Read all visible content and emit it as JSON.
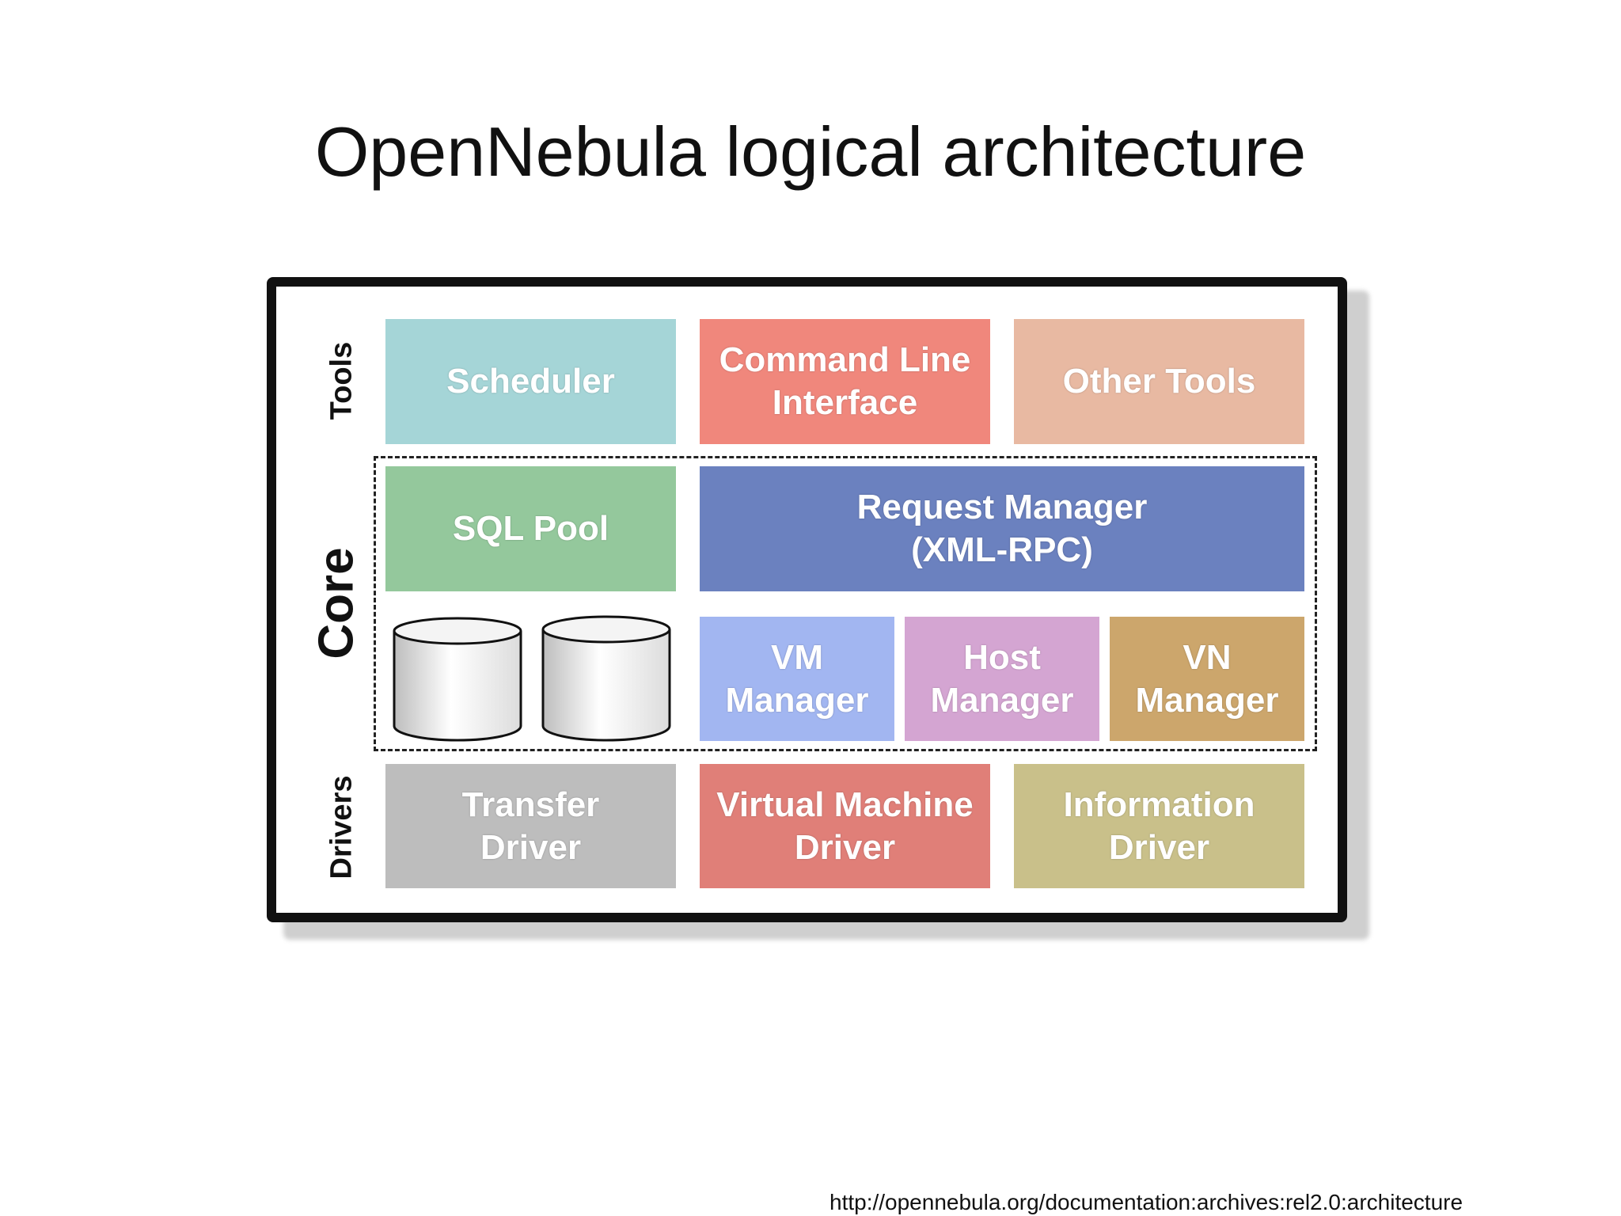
{
  "title": "OpenNebula logical architecture",
  "layers": {
    "tools": "Tools",
    "core": "Core",
    "drivers": "Drivers"
  },
  "boxes": {
    "scheduler": {
      "line1": "Scheduler",
      "color": "#a5d5d7"
    },
    "cli": {
      "line1": "Command Line",
      "line2": "Interface",
      "color": "#f0877c"
    },
    "other_tools": {
      "line1": "Other Tools",
      "color": "#e8b9a2"
    },
    "sql_pool": {
      "line1": "SQL Pool",
      "color": "#94c89c"
    },
    "request_manager": {
      "line1": "Request Manager",
      "line2": "(XML-RPC)",
      "color": "#6b81bf"
    },
    "vm_manager": {
      "line1": "VM",
      "line2": "Manager",
      "color": "#a2b6f1"
    },
    "host_manager": {
      "line1": "Host",
      "line2": "Manager",
      "color": "#d4a5d2"
    },
    "vn_manager": {
      "line1": "VN",
      "line2": "Manager",
      "color": "#cca66c"
    },
    "transfer_driver": {
      "line1": "Transfer",
      "line2": "Driver",
      "color": "#bdbdbd"
    },
    "vm_driver": {
      "line1": "Virtual Machine",
      "line2": "Driver",
      "color": "#e07f78"
    },
    "info_driver": {
      "line1": "Information",
      "line2": "Driver",
      "color": "#c9c08a"
    }
  },
  "databases": [
    "database-icon",
    "database-icon"
  ],
  "source_url": "http://opennebula.org/documentation:archives:rel2.0:architecture"
}
